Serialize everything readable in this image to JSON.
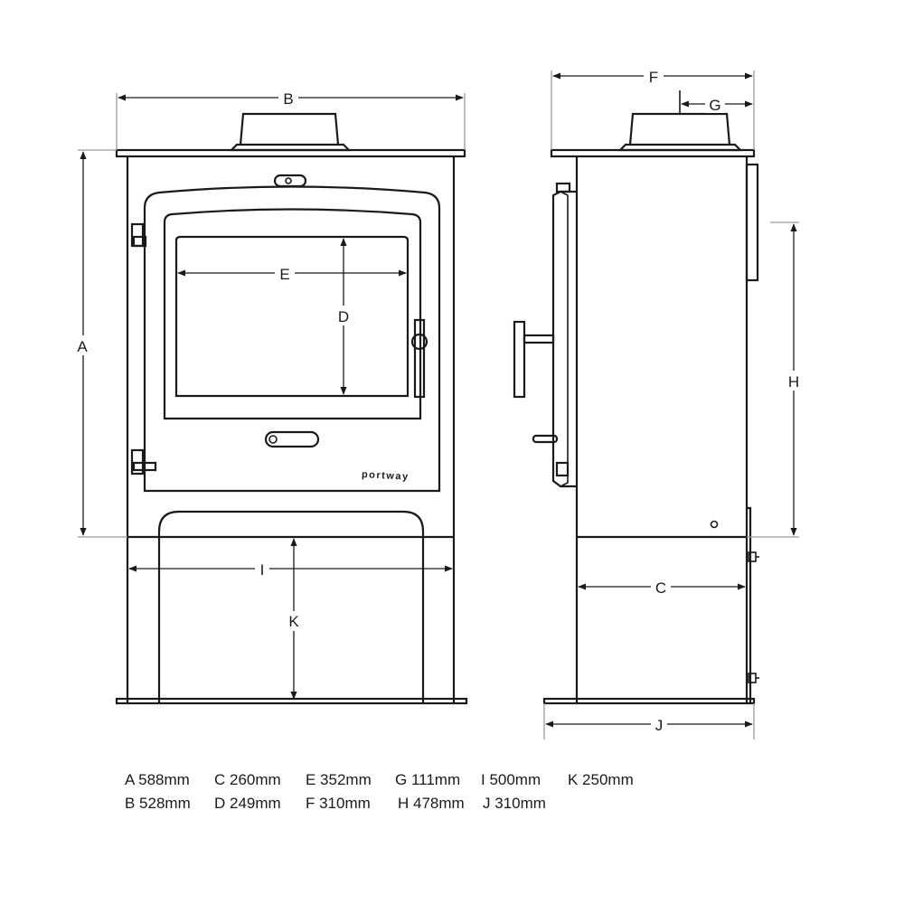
{
  "brand": "portway",
  "dimension_labels": {
    "A": "A",
    "B": "B",
    "C": "C",
    "D": "D",
    "E": "E",
    "F": "F",
    "G": "G",
    "H": "H",
    "I": "I",
    "J": "J",
    "K": "K"
  },
  "legend": {
    "row1": [
      "A 588mm",
      "C 260mm",
      "E 352mm",
      "G 111mm",
      "I  500mm",
      "K 250mm"
    ],
    "row2": [
      "B 528mm",
      "D 249mm",
      "F 310mm",
      "H 478mm",
      "J  310mm"
    ]
  }
}
